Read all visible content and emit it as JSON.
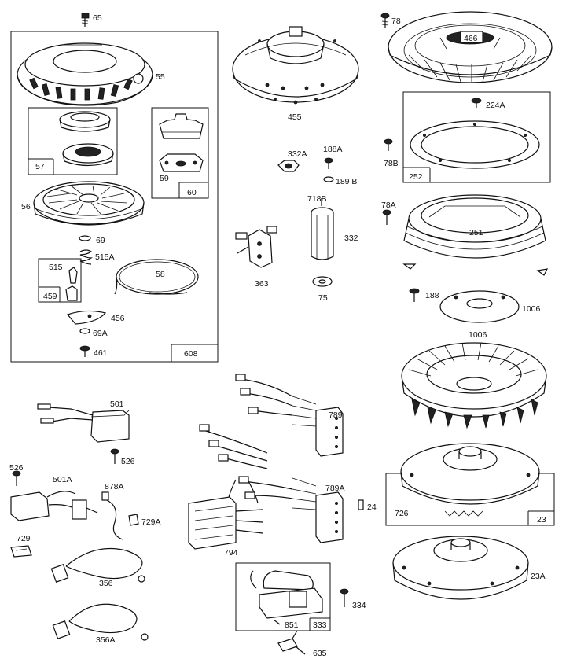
{
  "labels": {
    "p65": "65",
    "p55": "55",
    "p57": "57",
    "p59": "59",
    "p60": "60",
    "p56": "56",
    "p69": "69",
    "p515A": "515A",
    "p515": "515",
    "p459": "459",
    "p58": "58",
    "p456": "456",
    "p69A": "69A",
    "p461": "461",
    "p608": "608",
    "p455": "455",
    "p332A": "332A",
    "p188A": "188A",
    "p189B": "189 B",
    "p718B": "718B",
    "p332": "332",
    "p363": "363",
    "p75": "75",
    "p78": "78",
    "p466": "466",
    "p224A": "224A",
    "p78B": "78B",
    "p252": "252",
    "p78A": "78A",
    "p251": "251",
    "p188": "188",
    "p1006a": "1006",
    "p1006b": "1006",
    "p501": "501",
    "p526a": "526",
    "p526b": "526",
    "p501A": "501A",
    "p878A": "878A",
    "p729A": "729A",
    "p729": "729",
    "p356": "356",
    "p356A": "356A",
    "p789": "789",
    "p789A": "789A",
    "p24": "24",
    "p794": "794",
    "p851": "851",
    "p333": "333",
    "p334": "334",
    "p635": "635",
    "p726": "726",
    "p23": "23",
    "p23A": "23A"
  }
}
